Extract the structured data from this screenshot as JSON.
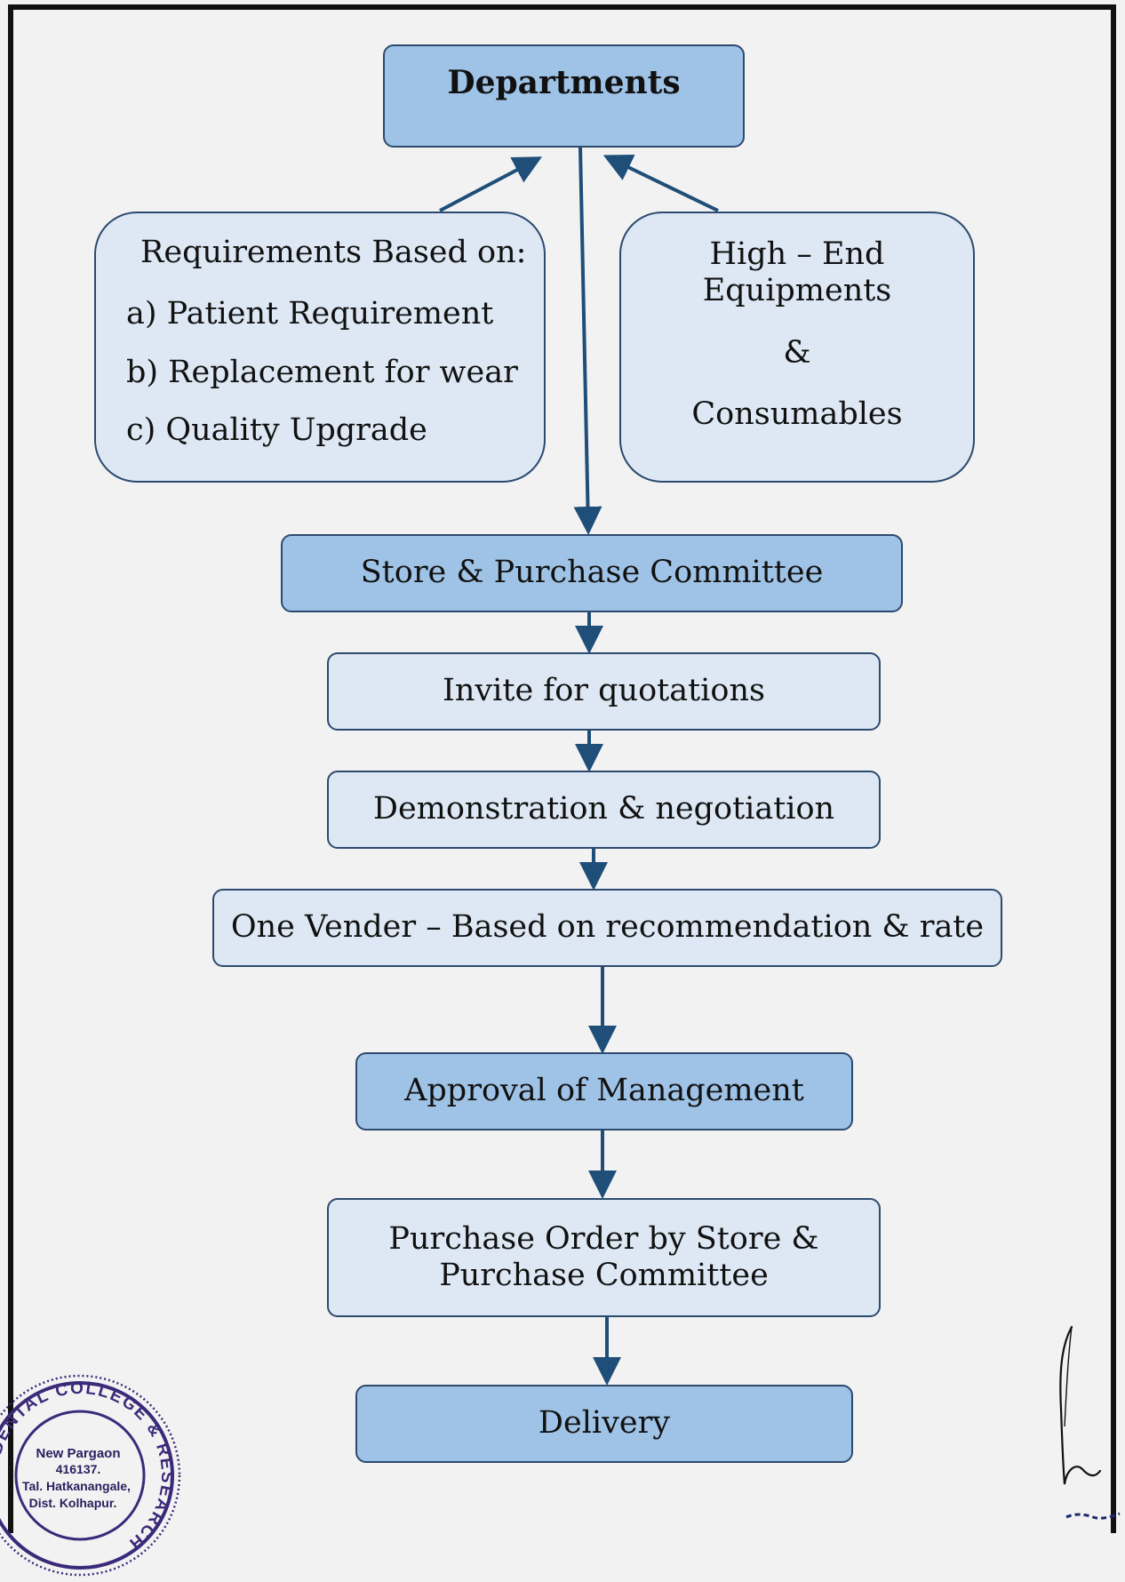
{
  "diagram": {
    "departments": "Departments",
    "requirements": {
      "title": "Requirements Based on:",
      "items": [
        "a) Patient Requirement",
        "b) Replacement for wear",
        "c) Quality Upgrade"
      ]
    },
    "high_end": {
      "line1": "High – End",
      "line2": "Equipments",
      "line3": "&",
      "line4": "Consumables"
    },
    "store_committee": "Store & Purchase Committee",
    "invite": "Invite for quotations",
    "demonstration": "Demonstration & negotiation",
    "vendor": "One Vender – Based on recommendation & rate",
    "approval": "Approval of Management",
    "purchase_order": {
      "line1": "Purchase Order by Store &",
      "line2": "Purchase Committee"
    },
    "delivery": "Delivery"
  },
  "seal": {
    "ring_text": "DENTAL COLLEGE & RESEARCH",
    "line1": "New Pargaon",
    "line2": "416137.",
    "line3": "Tal. Hatkanangale,",
    "line4": "Dist. Kolhapur."
  },
  "colors": {
    "dark_box": "#9fc3e6",
    "light_box": "#dde8f4",
    "border": "#2c4a6e",
    "arrow": "#1f4e79",
    "seal": "#3b2a7a"
  }
}
